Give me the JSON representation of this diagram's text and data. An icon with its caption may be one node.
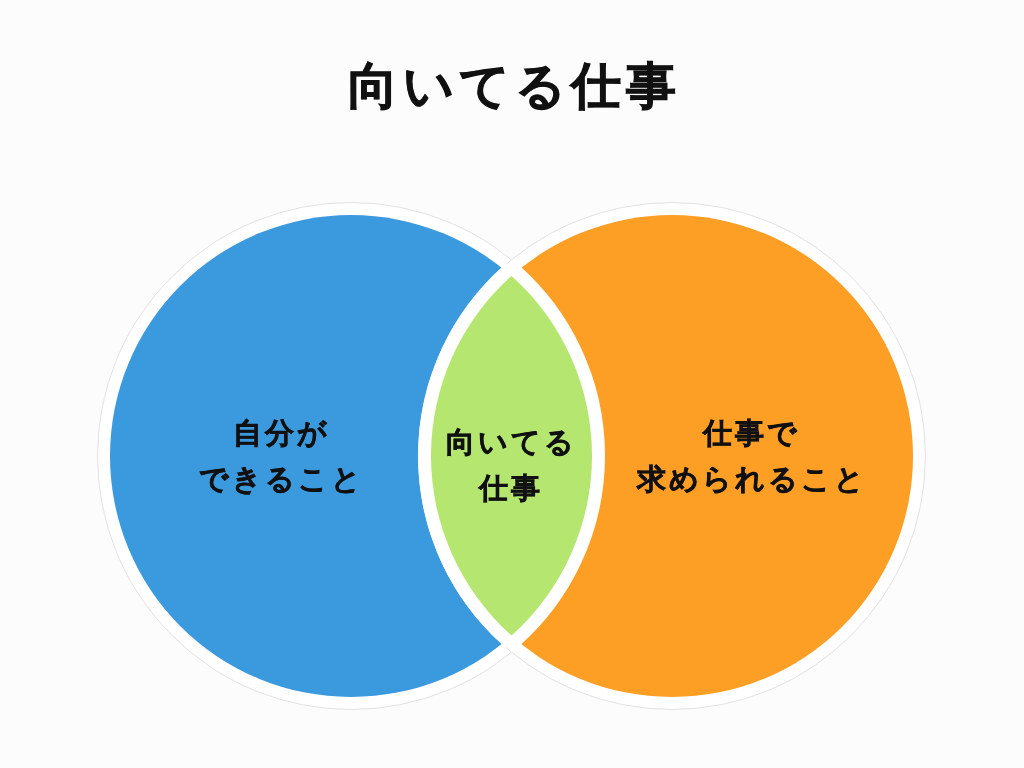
{
  "diagram": {
    "title": "向いてる仕事",
    "nodes": [
      {
        "text": [
          "自分ができること"
        ]
      },
      {
        "text": [
          "向いてる仕事"
        ]
      },
      {
        "text": [
          "仕事で求められること"
        ]
      }
    ]
  }
}
